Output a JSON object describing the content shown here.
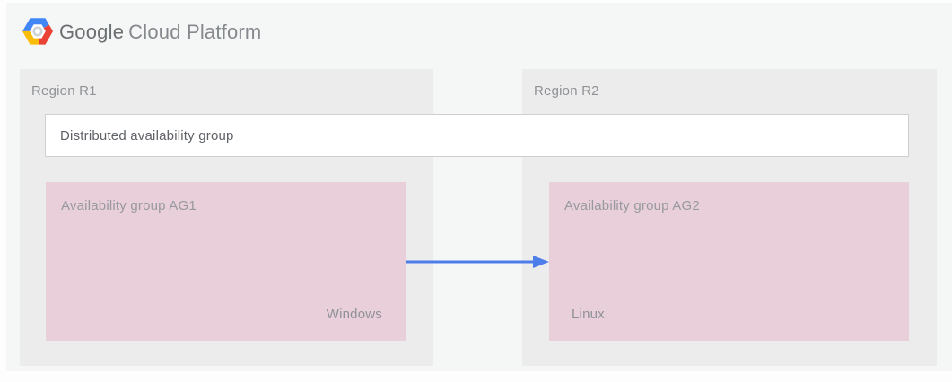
{
  "header": {
    "brand_google": "Google",
    "brand_cloud": "Cloud Platform"
  },
  "diagram": {
    "regions": [
      {
        "label": "Region R1"
      },
      {
        "label": "Region R2"
      }
    ],
    "distributed_group": {
      "label": "Distributed availability group"
    },
    "availability_groups": [
      {
        "label": "Availability group AG1",
        "os": "Windows"
      },
      {
        "label": "Availability group AG2",
        "os": "Linux"
      }
    ]
  },
  "colors": {
    "logo_blue": "#4285f4",
    "logo_red": "#ea4335",
    "logo_yellow": "#fbbc05",
    "logo_ring": "#d0d3d6",
    "arrow_blue": "#4d7de8",
    "availability_group_pink": "#e9cfda",
    "region_gray": "#ececec"
  }
}
